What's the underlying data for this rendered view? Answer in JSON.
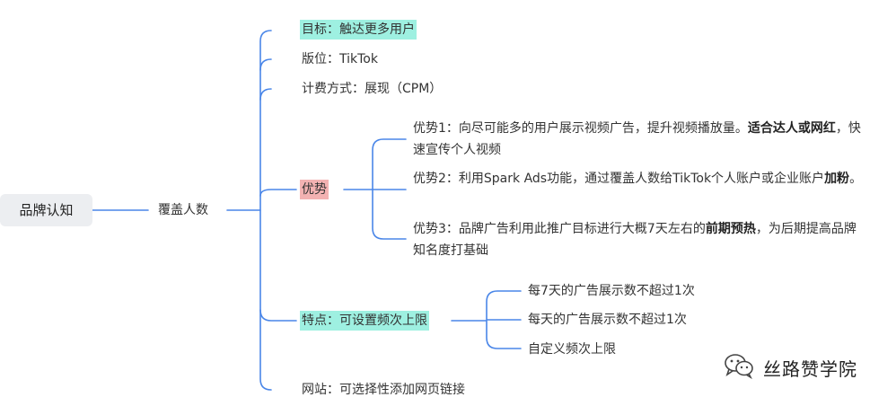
{
  "root": {
    "label": "品牌认知"
  },
  "branch": {
    "label": "覆盖人数"
  },
  "items": {
    "goal": "目标：触达更多用户",
    "placement": "版位：TikTok",
    "billing": "计费方式：展现（CPM）",
    "advantage": "优势",
    "features": "特点：可设置频次上限",
    "website": "网站：可选择性添加网页链接"
  },
  "advantages": {
    "a1_pre": "优势1：向尽可能多的用户展示视频广告，提升视频播放量。",
    "a1_bold": "适合达人或网红",
    "a1_post": "，快速宣传个人视频",
    "a2_pre": "优势2：利用Spark Ads功能，通过覆盖人数给TikTok个人账户或企业账户",
    "a2_bold": "加粉",
    "a2_post": "。",
    "a3_pre": "优势3：品牌广告利用此推广目标进行大概7天左右的",
    "a3_bold": "前期预热",
    "a3_post": "，为后期提高品牌知名度打基础"
  },
  "frequency": {
    "f1": "每7天的广告展示数不超过1次",
    "f2": "每天的广告展示数不超过1次",
    "f3": "自定义频次上限"
  },
  "watermark": {
    "text": "丝路赞学院",
    "icon": "wechat-icon"
  },
  "colors": {
    "connector": "#4a86e8",
    "highlight_cyan": "#9ef0e1",
    "highlight_pink": "#f3b2b2",
    "root_bg": "#eceef1"
  }
}
